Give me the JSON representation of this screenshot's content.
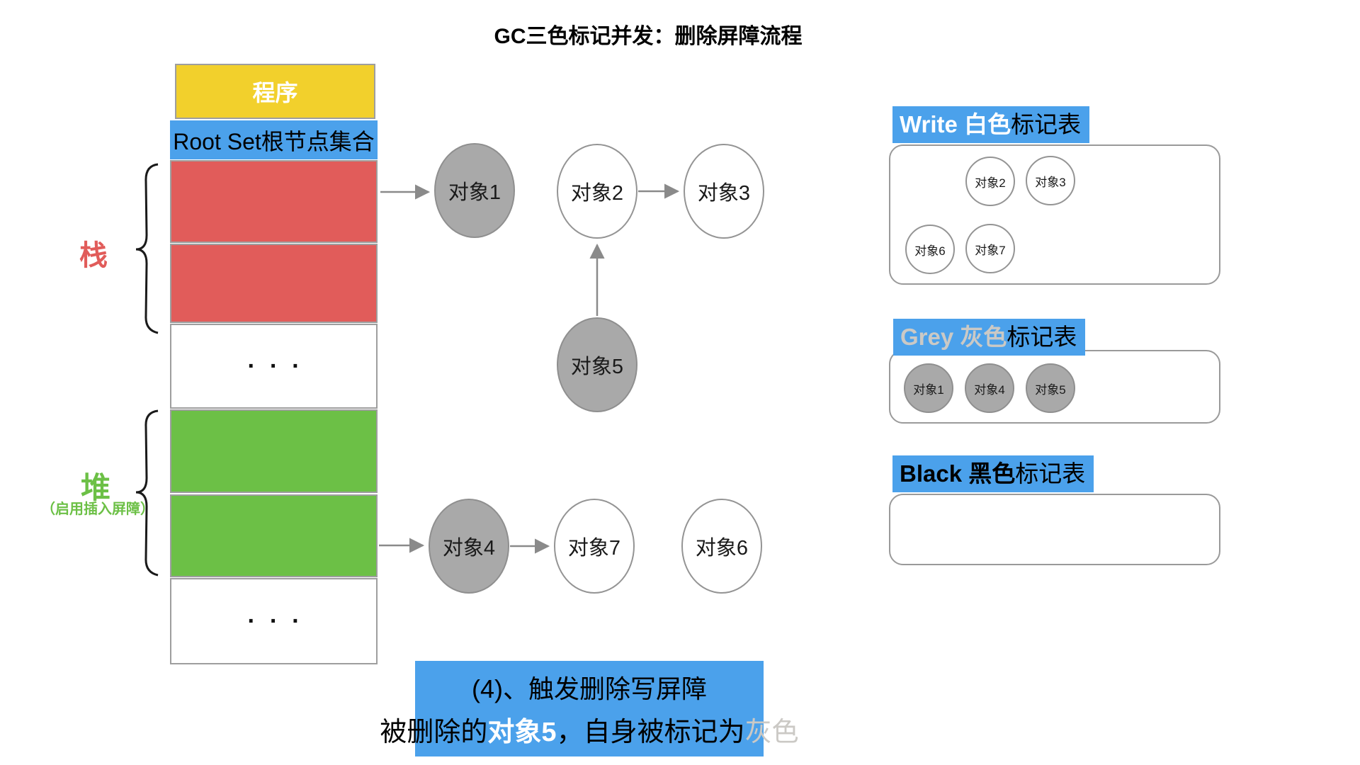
{
  "title": "GC三色标记并发：删除屏障流程",
  "stack": {
    "program": "程序",
    "root_set": "Root Set根节点集合",
    "stack_label": "栈",
    "heap_label": "堆",
    "heap_sublabel": "（启用插入屏障）",
    "ellipsis": "···"
  },
  "graph": {
    "nodes": [
      {
        "label": "对象1",
        "state": "grey"
      },
      {
        "label": "对象2",
        "state": "white"
      },
      {
        "label": "对象3",
        "state": "white"
      },
      {
        "label": "对象5",
        "state": "grey"
      },
      {
        "label": "对象4",
        "state": "grey"
      },
      {
        "label": "对象7",
        "state": "white"
      },
      {
        "label": "对象6",
        "state": "white"
      }
    ]
  },
  "tables": {
    "white": {
      "name": "Write 白色",
      "suffix": "标记表",
      "items": [
        "对象2",
        "对象3",
        "对象6",
        "对象7"
      ]
    },
    "grey": {
      "name": "Grey 灰色",
      "suffix": "标记表",
      "items": [
        "对象1",
        "对象4",
        "对象5"
      ]
    },
    "black": {
      "name": "Black 黑色",
      "suffix": "标记表",
      "items": []
    }
  },
  "caption": {
    "line1": "(4)、触发删除写屏障",
    "line2_pre": "被删除的",
    "line2_obj": "对象5",
    "line2_mid": "，自身被标记为",
    "line2_color": "灰色"
  },
  "colors": {
    "blue": "#4BA1EB",
    "yellow": "#F2D02C",
    "red": "#E15C5A",
    "green": "#6CC046",
    "grey_node_fill": "#A9A9A9",
    "grey_label_text": "#CBC9C5",
    "arrow": "#8A8A8A"
  }
}
